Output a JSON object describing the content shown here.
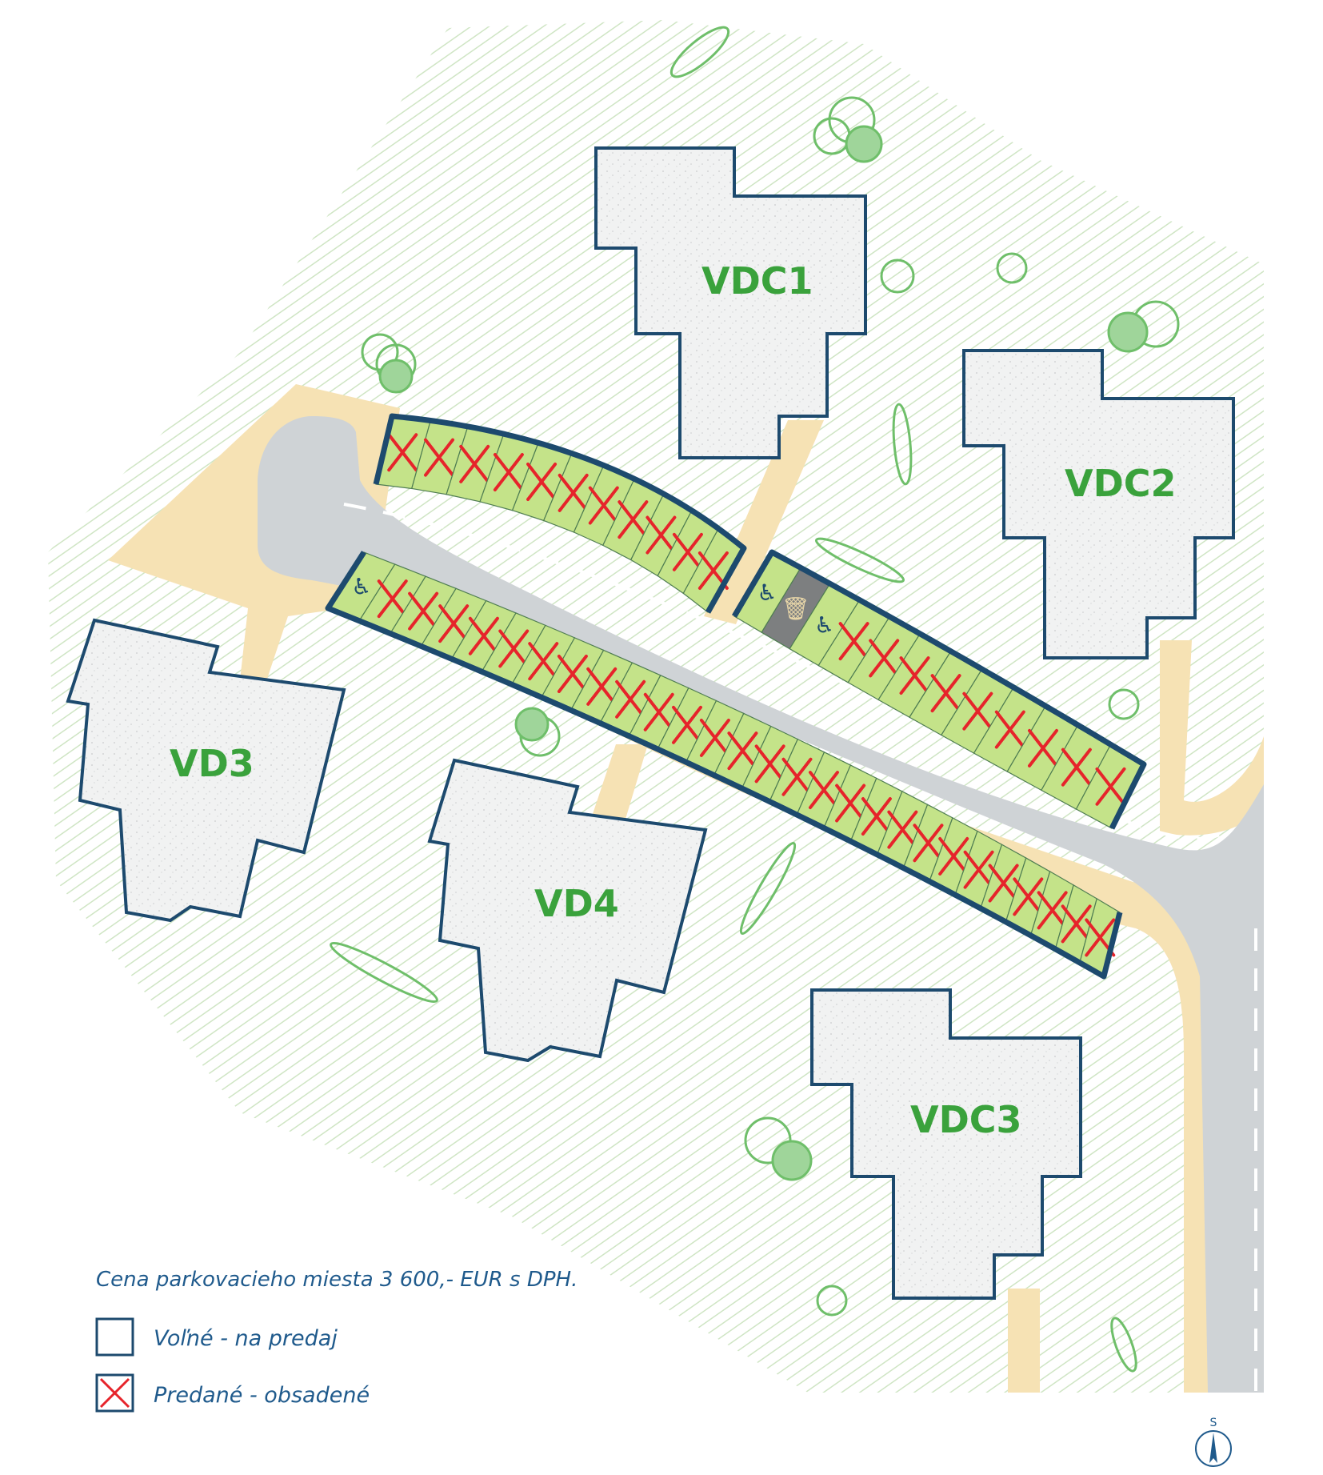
{
  "buildings": [
    {
      "id": "VDC1",
      "label": "VDC1"
    },
    {
      "id": "VDC2",
      "label": "VDC2"
    },
    {
      "id": "VDC3",
      "label": "VDC3"
    },
    {
      "id": "VD3",
      "label": "VD3"
    },
    {
      "id": "VD4",
      "label": "VD4"
    }
  ],
  "legend": {
    "price": "Cena parkovacieho miesta 3 600,- EUR s DPH.",
    "free_label": "Voľné - na predaj",
    "sold_label": "Predané - obsadené"
  },
  "compass": {
    "letter": "S"
  },
  "parking": {
    "upper_row": {
      "segments": [
        {
          "spaces": [
            {
              "type": "standard",
              "sold": true
            },
            {
              "type": "standard",
              "sold": true
            },
            {
              "type": "standard",
              "sold": true
            },
            {
              "type": "standard",
              "sold": true
            },
            {
              "type": "standard",
              "sold": true
            },
            {
              "type": "standard",
              "sold": true
            },
            {
              "type": "standard",
              "sold": true
            },
            {
              "type": "standard",
              "sold": true
            },
            {
              "type": "standard",
              "sold": true
            },
            {
              "type": "standard",
              "sold": true
            },
            {
              "type": "standard",
              "sold": true
            }
          ]
        },
        {
          "spaces": [
            {
              "type": "accessible",
              "sold": false
            },
            {
              "type": "bins",
              "sold": false
            },
            {
              "type": "accessible",
              "sold": false
            },
            {
              "type": "standard",
              "sold": true
            },
            {
              "type": "standard",
              "sold": true
            },
            {
              "type": "standard",
              "sold": true
            },
            {
              "type": "standard",
              "sold": true
            },
            {
              "type": "standard",
              "sold": true
            },
            {
              "type": "standard",
              "sold": true
            },
            {
              "type": "standard",
              "sold": true
            },
            {
              "type": "standard",
              "sold": true
            },
            {
              "type": "standard",
              "sold": true
            }
          ]
        }
      ]
    },
    "lower_row": {
      "spaces": [
        {
          "type": "accessible",
          "sold": false
        },
        {
          "type": "standard",
          "sold": true
        },
        {
          "type": "standard",
          "sold": true
        },
        {
          "type": "standard",
          "sold": true
        },
        {
          "type": "standard",
          "sold": true
        },
        {
          "type": "standard",
          "sold": true
        },
        {
          "type": "standard",
          "sold": true
        },
        {
          "type": "standard",
          "sold": true
        },
        {
          "type": "standard",
          "sold": true
        },
        {
          "type": "standard",
          "sold": true
        },
        {
          "type": "standard",
          "sold": true
        },
        {
          "type": "standard",
          "sold": true
        },
        {
          "type": "standard",
          "sold": true
        },
        {
          "type": "standard",
          "sold": true
        },
        {
          "type": "standard",
          "sold": true
        },
        {
          "type": "standard",
          "sold": true
        },
        {
          "type": "standard",
          "sold": true
        },
        {
          "type": "standard",
          "sold": true
        },
        {
          "type": "standard",
          "sold": true
        },
        {
          "type": "standard",
          "sold": true
        },
        {
          "type": "standard",
          "sold": true
        },
        {
          "type": "standard",
          "sold": true
        },
        {
          "type": "standard",
          "sold": true
        },
        {
          "type": "standard",
          "sold": true
        },
        {
          "type": "standard",
          "sold": true
        },
        {
          "type": "standard",
          "sold": true
        },
        {
          "type": "standard",
          "sold": true
        },
        {
          "type": "standard",
          "sold": true
        }
      ]
    }
  },
  "colors": {
    "grass_hatch": "#cfe5c4",
    "footpath": "#f6e2b4",
    "road": "#cfd3d6",
    "building_fill": "#f1f2f2",
    "building_stroke": "#1d4a6e",
    "parking_fill": "#c4e389",
    "parking_border": "#1d4a6e",
    "sold_mark": "#e6242b",
    "label_green": "#3aa23c",
    "legend_blue": "#1f5a8c",
    "bin_area": "#7d7f80",
    "tree": "#6fbf6a"
  }
}
